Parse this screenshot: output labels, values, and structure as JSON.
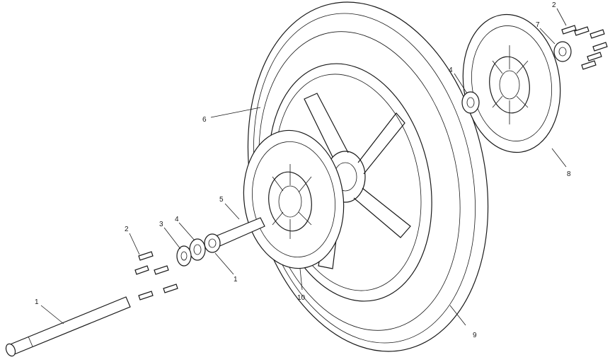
{
  "callouts": [
    {
      "id": "axle",
      "label": "1"
    },
    {
      "id": "bolts-left",
      "label": "2"
    },
    {
      "id": "washer",
      "label": "3"
    },
    {
      "id": "bearing-left",
      "label": "4"
    },
    {
      "id": "spacer",
      "label": "5"
    },
    {
      "id": "tire",
      "label": "6"
    },
    {
      "id": "collar-right",
      "label": "7"
    },
    {
      "id": "disc-right",
      "label": "8"
    },
    {
      "id": "wheel",
      "label": "9"
    },
    {
      "id": "disc-left",
      "label": "10"
    },
    {
      "id": "nut",
      "label": "1"
    },
    {
      "id": "bearing-right",
      "label": "4"
    },
    {
      "id": "bolts-right",
      "label": "2"
    }
  ]
}
